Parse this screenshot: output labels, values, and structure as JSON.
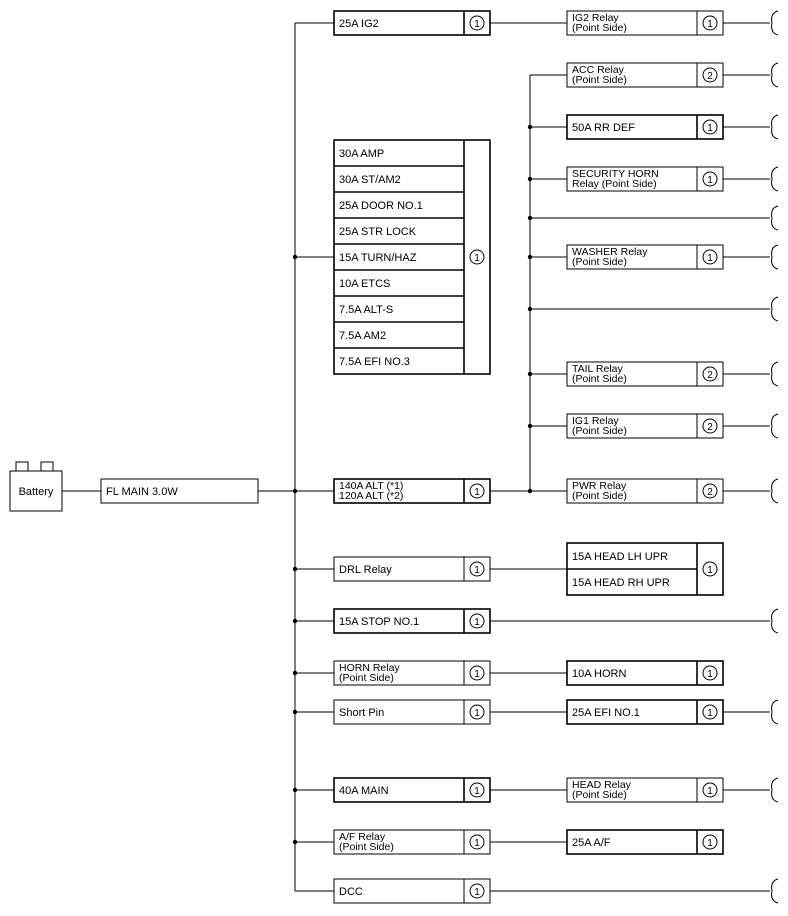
{
  "battery": {
    "label": "Battery"
  },
  "main_fuse": {
    "label": "FL MAIN 3.0W"
  },
  "fuses": {
    "ig2": "25A IG2",
    "block": [
      "30A AMP",
      "30A ST/AM2",
      "25A DOOR NO.1",
      "25A STR LOCK",
      "15A TURN/HAZ",
      "10A ETCS",
      "7.5A ALT-S",
      "7.5A AM2",
      "7.5A EFI NO.3"
    ],
    "alt_line1": "140A ALT (*1)",
    "alt_line2": "120A ALT (*2)",
    "drl_relay": "DRL Relay",
    "stop": "15A STOP NO.1",
    "horn_relay_line1": "HORN Relay",
    "horn_relay_line2": "(Point Side)",
    "short_pin": "Short Pin",
    "main40": "40A MAIN",
    "af_relay_line1": "A/F Relay",
    "af_relay_line2": "(Point Side)",
    "dcc": "DCC"
  },
  "downstream": {
    "ig2_relay_line1": "IG2 Relay",
    "ig2_relay_line2": "(Point Side)",
    "acc_relay_line1": "ACC Relay",
    "acc_relay_line2": "(Point Side)",
    "rr_def": "50A RR DEF",
    "security_horn_line1": "SECURITY HORN",
    "security_horn_line2": "Relay (Point Side)",
    "washer_relay_line1": "WASHER Relay",
    "washer_relay_line2": "(Point Side)",
    "tail_relay_line1": "TAIL Relay",
    "tail_relay_line2": "(Point Side)",
    "ig1_relay_line1": "IG1 Relay",
    "ig1_relay_line2": "(Point Side)",
    "pwr_relay_line1": "PWR Relay",
    "pwr_relay_line2": "(Point Side)",
    "head_lh_upr": "15A HEAD LH UPR",
    "head_rh_upr": "15A HEAD RH UPR",
    "horn": "10A HORN",
    "efi_no1": "25A EFI NO.1",
    "head_relay_line1": "HEAD Relay",
    "head_relay_line2": "(Point Side)",
    "af": "25A A/F"
  },
  "markers": {
    "one": "1",
    "two": "2"
  }
}
